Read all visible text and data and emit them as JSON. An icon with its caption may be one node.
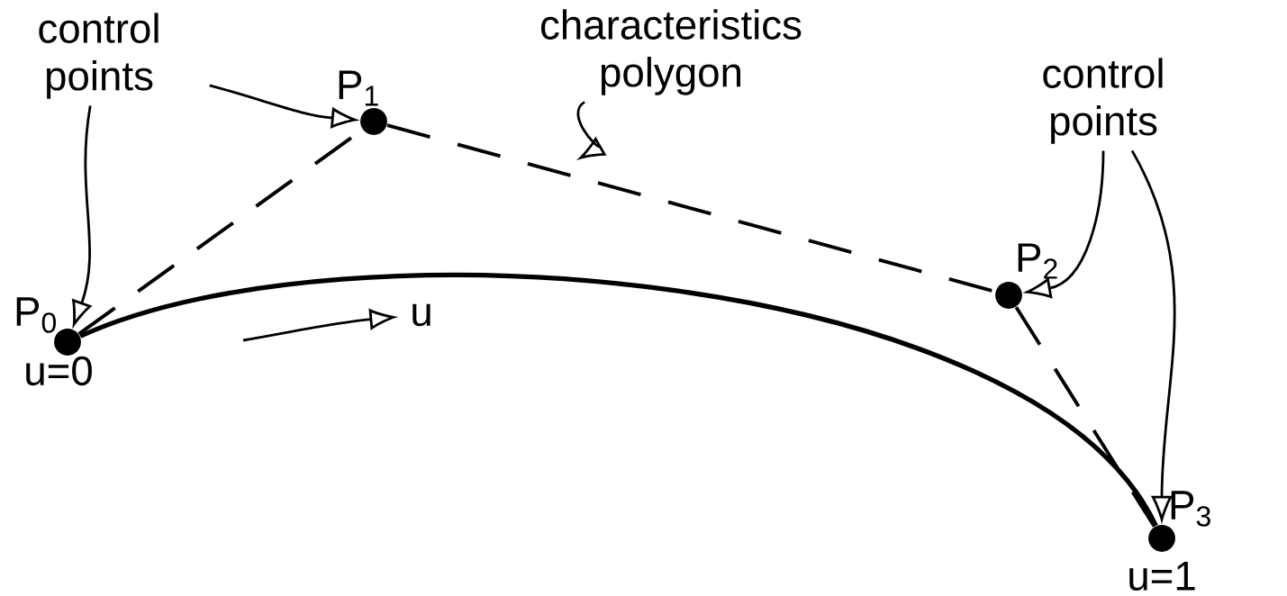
{
  "diagram": {
    "nodes": [
      {
        "text": [
          "P$_{0}$"
        ],
        "beside": [
          "u=0"
        ]
      },
      {
        "text": [
          "P$_{1}$"
        ]
      },
      {
        "text": [
          "P$_{2}$"
        ]
      },
      {
        "text": [
          "P$_{3}$"
        ],
        "beside": [
          "u=1"
        ]
      },
      {
        "text": [
          "control points"
        ]
      },
      {
        "text": [
          "control points"
        ]
      },
      {
        "text": [
          "characteristics polygon"
        ]
      }
    ],
    "edges": [
      {
        "from": 0,
        "to": 1,
        "arrow": "none",
        "style": "dashed"
      },
      {
        "from": 1,
        "to": 2,
        "arrow": "none",
        "style": "dashed"
      },
      {
        "from": 2,
        "to": 3,
        "arrow": "none",
        "style": "dashed"
      },
      {
        "from": 0,
        "to": 3,
        "arrow": "none",
        "style": "thick"
      },
      {
        "from": 4,
        "to": 0,
        "arrow": "to"
      },
      {
        "from": 4,
        "to": 1,
        "arrow": "to"
      },
      {
        "from": 5,
        "to": 2,
        "arrow": "to"
      },
      {
        "from": 5,
        "to": 3,
        "arrow": "to"
      },
      {
        "from": 6,
        "to": null,
        "arrow": "to"
      }
    ],
    "labels": [
      "u"
    ]
  }
}
